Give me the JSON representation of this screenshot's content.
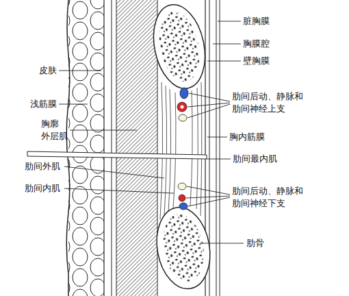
{
  "diagram": {
    "labels": [
      "皮肤",
      "浅筋膜",
      "胸廓 外层肌",
      "肋间外肌",
      "肋间内肌",
      "脏胸膜",
      "胸膜腔",
      "壁胸膜",
      "肋间后动、静脉和 肋间神经上支",
      "胸内筋膜",
      "肋间最内肌",
      "肋间后动、静脉和 肋间神经下支",
      "肋骨"
    ]
  }
}
